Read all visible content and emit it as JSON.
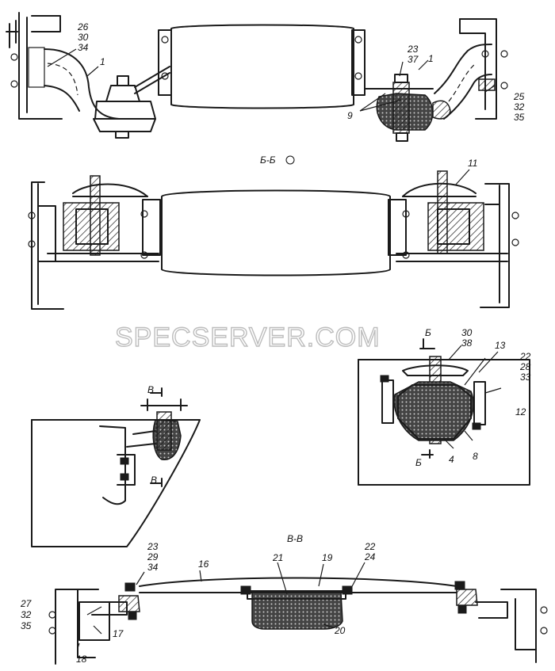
{
  "watermark": "SPECSERVER.COM",
  "sections": {
    "bb_title": "Б-Б",
    "vv_title": "В-В",
    "cut_b": "Б",
    "cut_v": "В"
  },
  "labels": {
    "top_left_group": [
      "26",
      "30",
      "34"
    ],
    "top_left_part": "1",
    "top_mid_group": [
      "23",
      "37"
    ],
    "top_right_part": "1",
    "top_right_group": [
      "25",
      "32",
      "35"
    ],
    "top_rubber": "9",
    "bb_part": "11",
    "mid_right_group_a": [
      "30",
      "38"
    ],
    "mid_right_13": "13",
    "mid_right_group_b": [
      "22",
      "28",
      "33"
    ],
    "mid_right_12": "12",
    "mid_right_4": "4",
    "mid_right_8": "8",
    "bottom_left_group": [
      "23",
      "29",
      "34"
    ],
    "bottom_16": "16",
    "bottom_21": "21",
    "bottom_19": "19",
    "bottom_right_group": [
      "22",
      "24"
    ],
    "bottom_outer_group": [
      "27",
      "32",
      "35"
    ],
    "bottom_17": "17",
    "bottom_18": "18",
    "bottom_20": "20"
  }
}
